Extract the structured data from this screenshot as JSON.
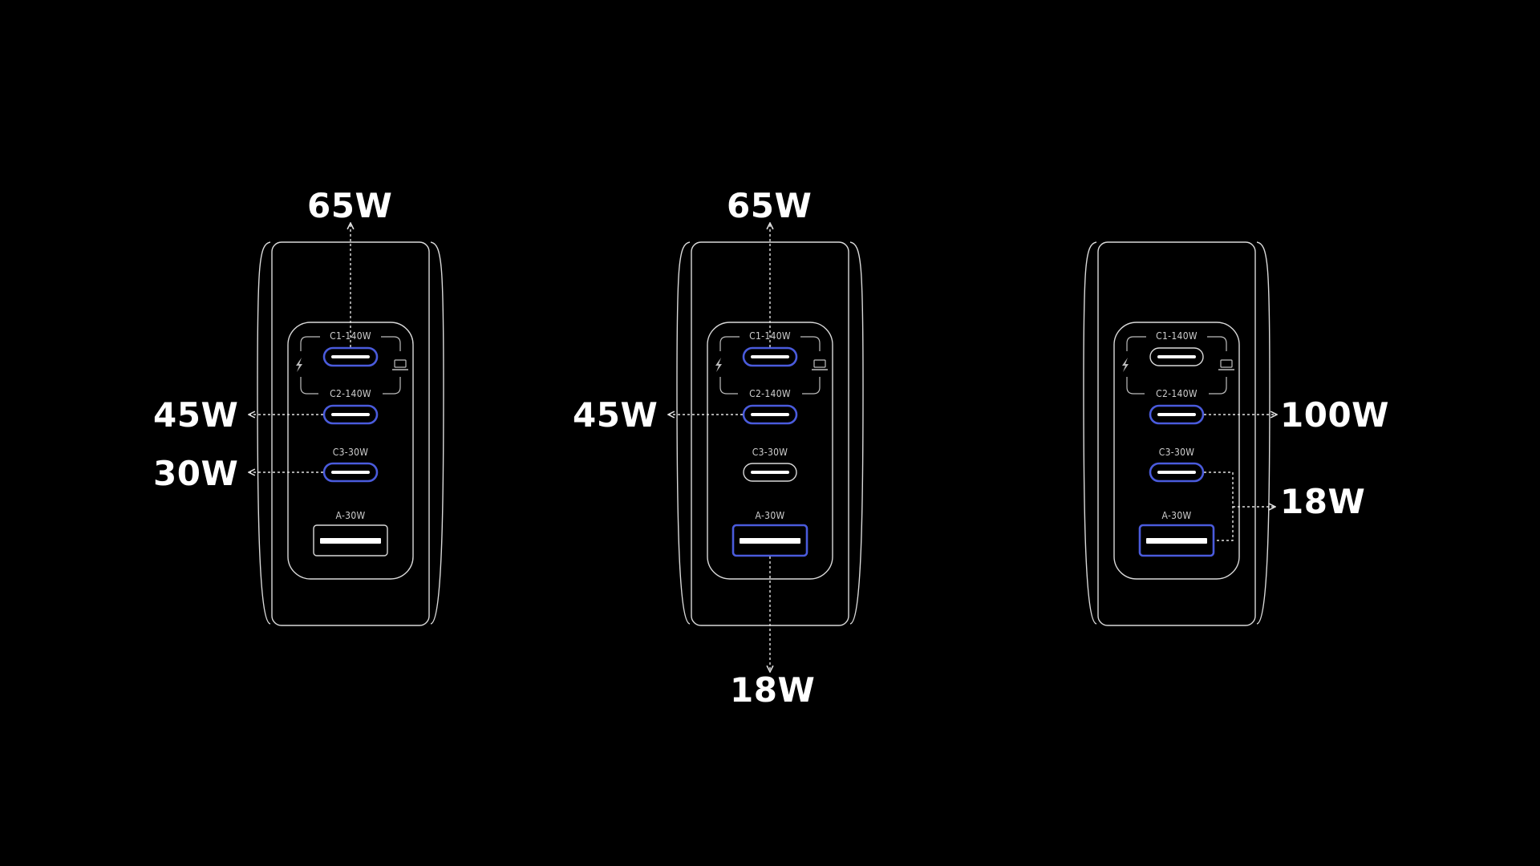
{
  "colors": {
    "background": "#000000",
    "outline": "#d9d9d9",
    "active_port": "#4a5bdc",
    "text": "#ffffff"
  },
  "port_labels": {
    "c1": "C1-140W",
    "c2": "C2-140W",
    "c3": "C3-30W",
    "a": "A-30W"
  },
  "icons": {
    "left_side": "lightning-icon",
    "right_side": "laptop-icon"
  },
  "charger_1": {
    "active_ports": [
      "c1",
      "c2",
      "c3"
    ],
    "outputs": {
      "c1": "65W",
      "c2": "45W",
      "c3": "30W"
    }
  },
  "charger_2": {
    "active_ports": [
      "c1",
      "c2",
      "a"
    ],
    "outputs": {
      "c1": "65W",
      "c2": "45W",
      "a": "18W"
    }
  },
  "charger_3": {
    "active_ports": [
      "c2",
      "c3",
      "a"
    ],
    "outputs": {
      "c2": "100W",
      "c3_a_combined": "18W"
    }
  }
}
